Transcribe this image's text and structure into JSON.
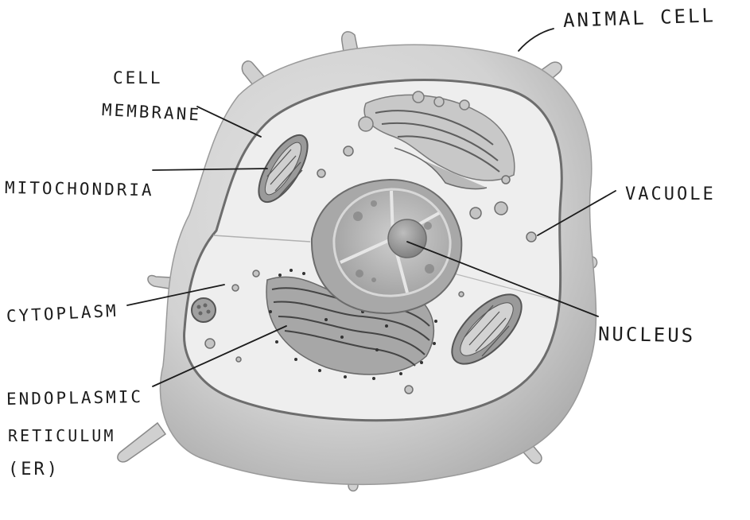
{
  "diagram": {
    "labels": {
      "title": "ANIMAL CELL",
      "cell_membrane_line1": "CELL",
      "cell_membrane_line2": "MEMBRANE",
      "mitochondria": "MITOCHONDRIA",
      "vacuole": "VACUOLE",
      "cytoplasm": "CYTOPLASM",
      "nucleus": "NUCLEUS",
      "er_line1": "ENDOPLASMIC",
      "er_line2": "RETICULUM",
      "er_line3": "(ER)"
    },
    "colors": {
      "outer_body": "#d6d6d6",
      "outer_shadow": "#a9a9a9",
      "cytoplasm": "#eeeeee",
      "membrane": "#6d6d6d",
      "nucleus": "#b4b4b4",
      "nucleolus": "#909090",
      "organelle": "#8f8f8f",
      "ink": "#1c1c1c"
    }
  }
}
